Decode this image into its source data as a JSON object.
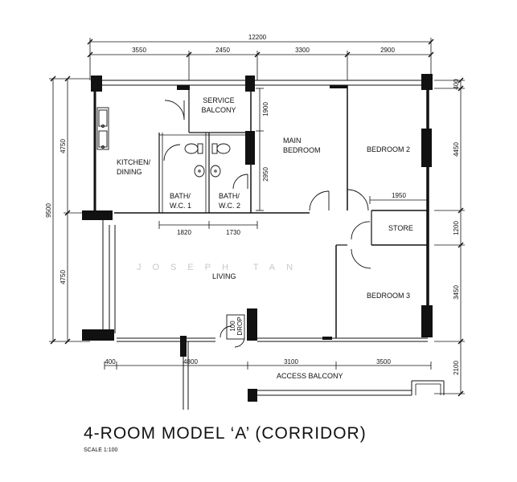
{
  "title": "4-ROOM MODEL ‘A’ (CORRIDOR)",
  "scale": "SCALE  1:100",
  "watermark": "JOSEPH TAN",
  "rooms": {
    "service_balcony": [
      "SERVICE",
      "BALCONY"
    ],
    "kitchen_dining": [
      "KITCHEN/",
      "DINING"
    ],
    "bath1": [
      "BATH/",
      "W.C. 1"
    ],
    "bath2": [
      "BATH/",
      "W.C. 2"
    ],
    "main_bedroom": [
      "MAIN",
      "BEDROOM"
    ],
    "bedroom2": "BEDROOM 2",
    "store": "STORE",
    "living": "LIVING",
    "bedroom3": "BEDROOM 3",
    "access_balcony": "ACCESS BALCONY",
    "refuse_chute": [
      "100",
      "DROP"
    ]
  },
  "dimensions": {
    "top_total": "12200",
    "top": [
      "3550",
      "2450",
      "3300",
      "2900"
    ],
    "left_total": "9500",
    "left": [
      "4750",
      "4750"
    ],
    "right": [
      "400",
      "4450",
      "1200",
      "3450",
      "2100"
    ],
    "bath_widths": [
      "1820",
      "1730"
    ],
    "inner_1900": "1900",
    "inner_2950": "2950",
    "inner_1950": "1950",
    "bottom": [
      "400",
      "4800",
      "3100",
      "3500"
    ]
  }
}
